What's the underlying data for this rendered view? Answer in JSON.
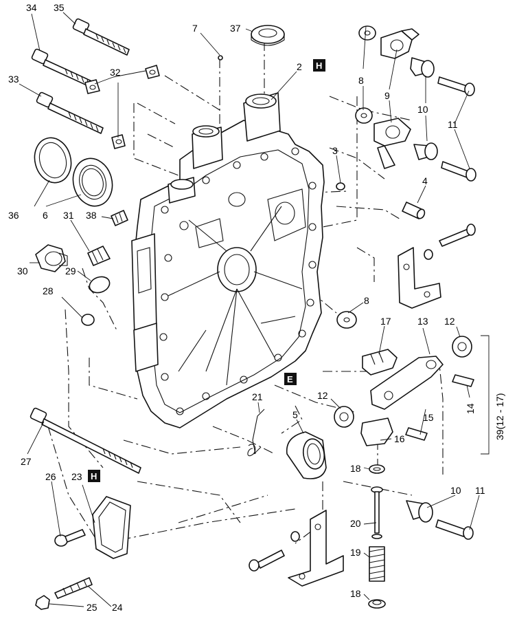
{
  "labels": {
    "l34": "34",
    "l35": "35",
    "l33": "33",
    "l32": "32",
    "l7": "7",
    "l37": "37",
    "l2": "2",
    "l8a": "8",
    "l9": "9",
    "l10a": "10",
    "l11a": "11",
    "l3": "3",
    "l4": "4",
    "l36": "36",
    "l6": "6",
    "l31": "31",
    "l38": "38",
    "l30": "30",
    "l29": "29",
    "l28": "28",
    "l8b": "8",
    "l17": "17",
    "l13": "13",
    "l12a": "12",
    "l39": "39(12 - 17)",
    "l14": "14",
    "l12b": "12",
    "l15": "15",
    "l16": "16",
    "l21": "21",
    "l5": "5",
    "l27": "27",
    "l26": "26",
    "l23": "23",
    "l18a": "18",
    "l10b": "10",
    "l11b": "11",
    "l20": "20",
    "l19": "19",
    "l18b": "18",
    "l25": "25",
    "l24": "24"
  },
  "callouts": {
    "h_top": "H",
    "e_mid": "E",
    "h_cover": "H"
  }
}
